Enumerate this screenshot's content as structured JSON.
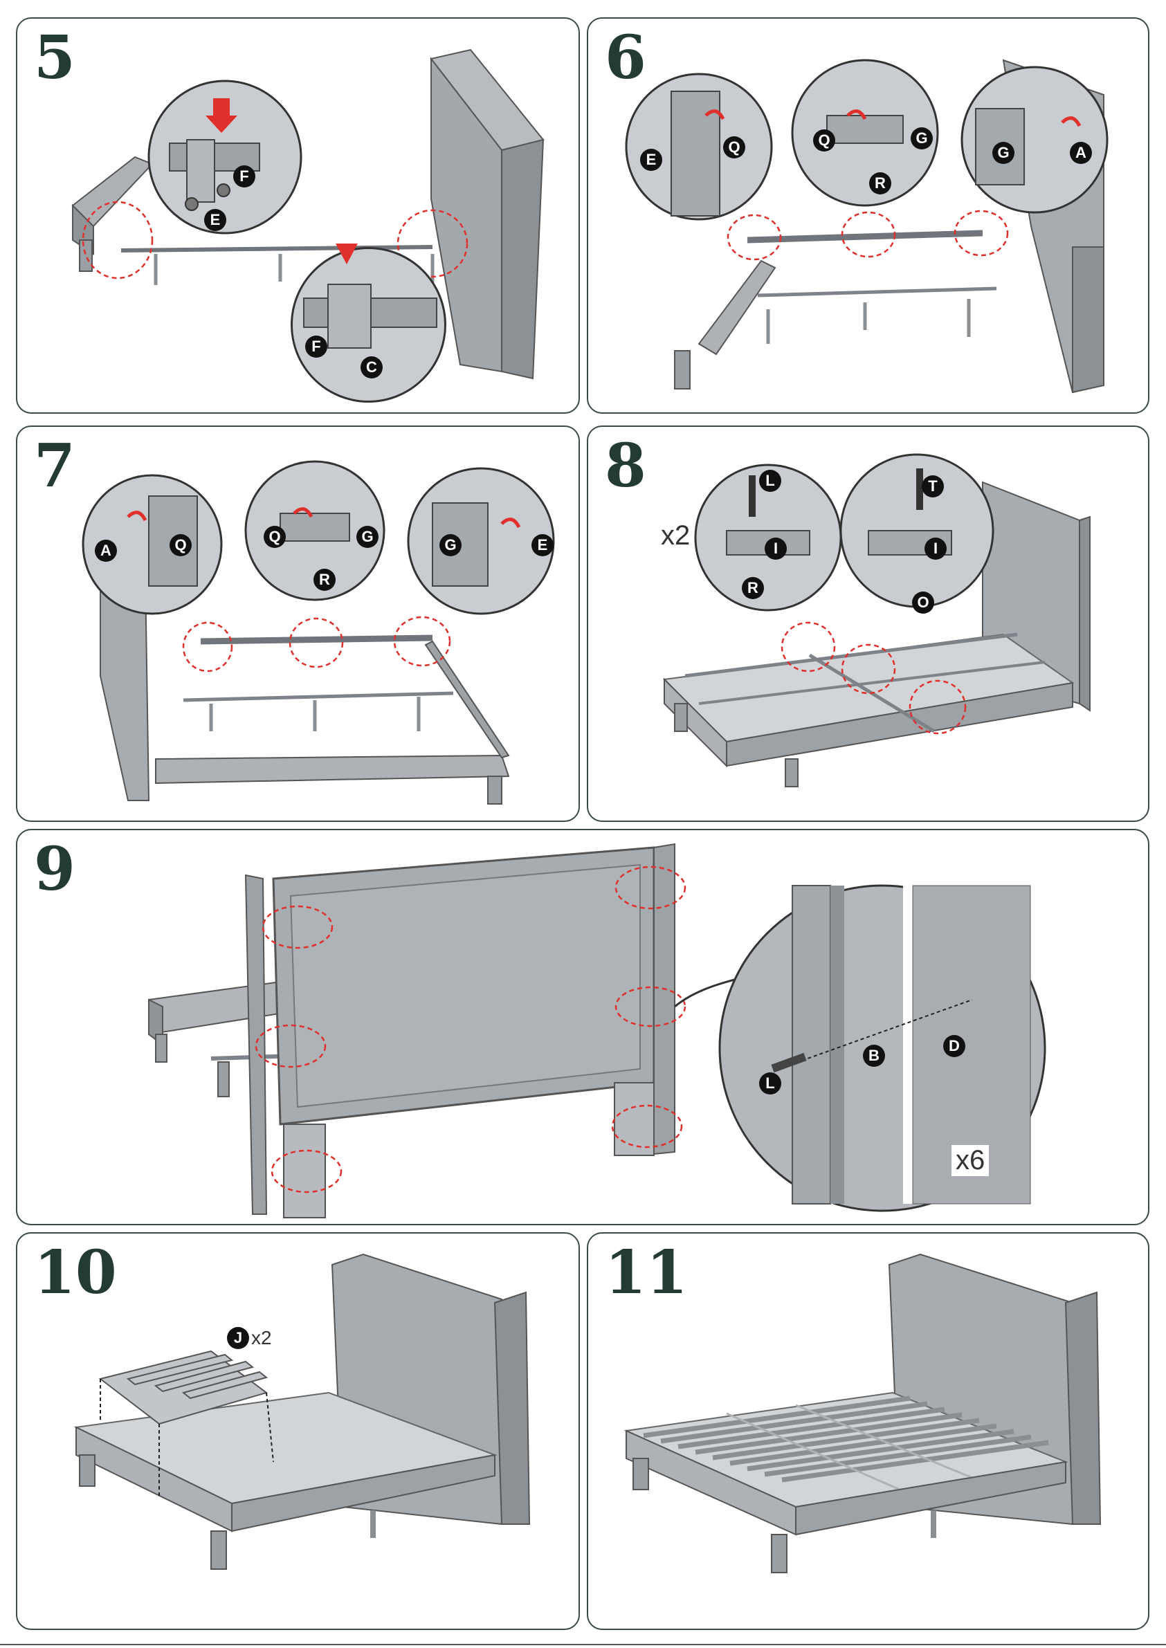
{
  "steps": [
    {
      "number": "5",
      "callouts": [
        "F",
        "E",
        "F",
        "C"
      ]
    },
    {
      "number": "6",
      "callouts": [
        "E",
        "Q",
        "Q",
        "G",
        "R",
        "G",
        "A"
      ]
    },
    {
      "number": "7",
      "callouts": [
        "A",
        "Q",
        "Q",
        "G",
        "R",
        "G",
        "E"
      ]
    },
    {
      "number": "8",
      "callouts": [
        "L",
        "I",
        "R",
        "T",
        "I",
        "O"
      ],
      "multiplier": "x2"
    },
    {
      "number": "9",
      "callouts": [
        "B",
        "D",
        "L"
      ],
      "multiplier": "x6"
    },
    {
      "number": "10",
      "callouts": [
        "J"
      ],
      "multiplier": "x2"
    },
    {
      "number": "11",
      "callouts": []
    }
  ],
  "colors": {
    "border": "#3a4a46",
    "step_number": "#243b35",
    "part_gray": "#9fa4a9",
    "part_dark": "#6f757b",
    "highlight_red": "#e0302b",
    "callout_badge": "#111111"
  },
  "icons": [
    "down-arrow-icon",
    "curved-arrow-icon",
    "dashed-circle-highlight"
  ]
}
